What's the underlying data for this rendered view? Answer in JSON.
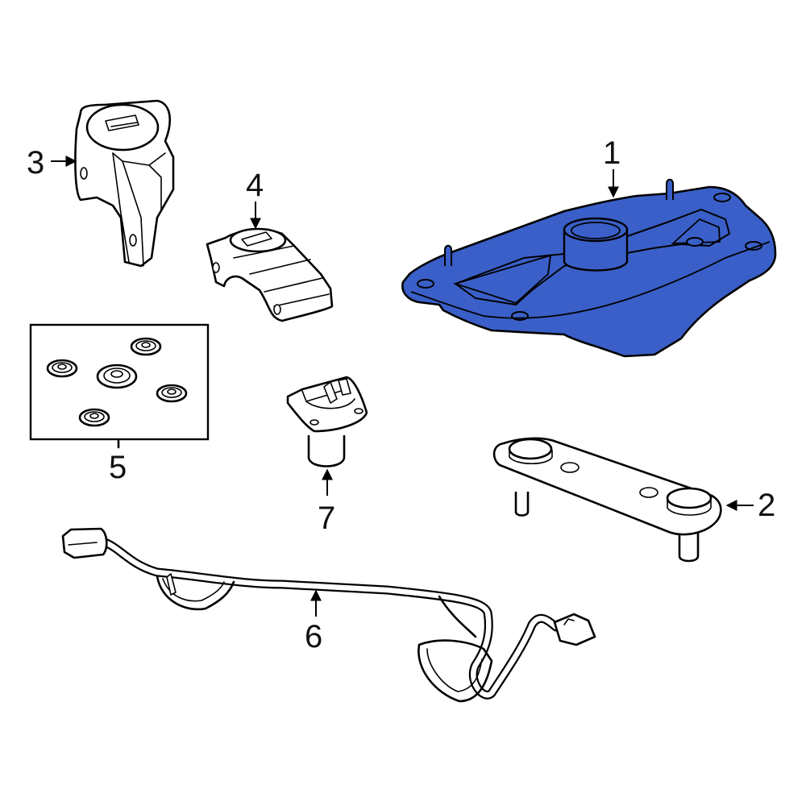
{
  "diagram": {
    "type": "exploded-parts-diagram",
    "highlight_color": "#3a5fc8",
    "line_color": "#000000",
    "background": "#ffffff",
    "parts": [
      {
        "callout": "1",
        "name": "mount-bracket-plate",
        "highlighted": true
      },
      {
        "callout": "2",
        "name": "stud-plate",
        "highlighted": false
      },
      {
        "callout": "3",
        "name": "upper-bracket",
        "highlighted": false
      },
      {
        "callout": "4",
        "name": "lower-bracket",
        "highlighted": false
      },
      {
        "callout": "5",
        "name": "grommet-kit",
        "highlighted": false,
        "count": 5
      },
      {
        "callout": "6",
        "name": "wire-harness",
        "highlighted": false
      },
      {
        "callout": "7",
        "name": "sensor",
        "highlighted": false
      }
    ]
  }
}
